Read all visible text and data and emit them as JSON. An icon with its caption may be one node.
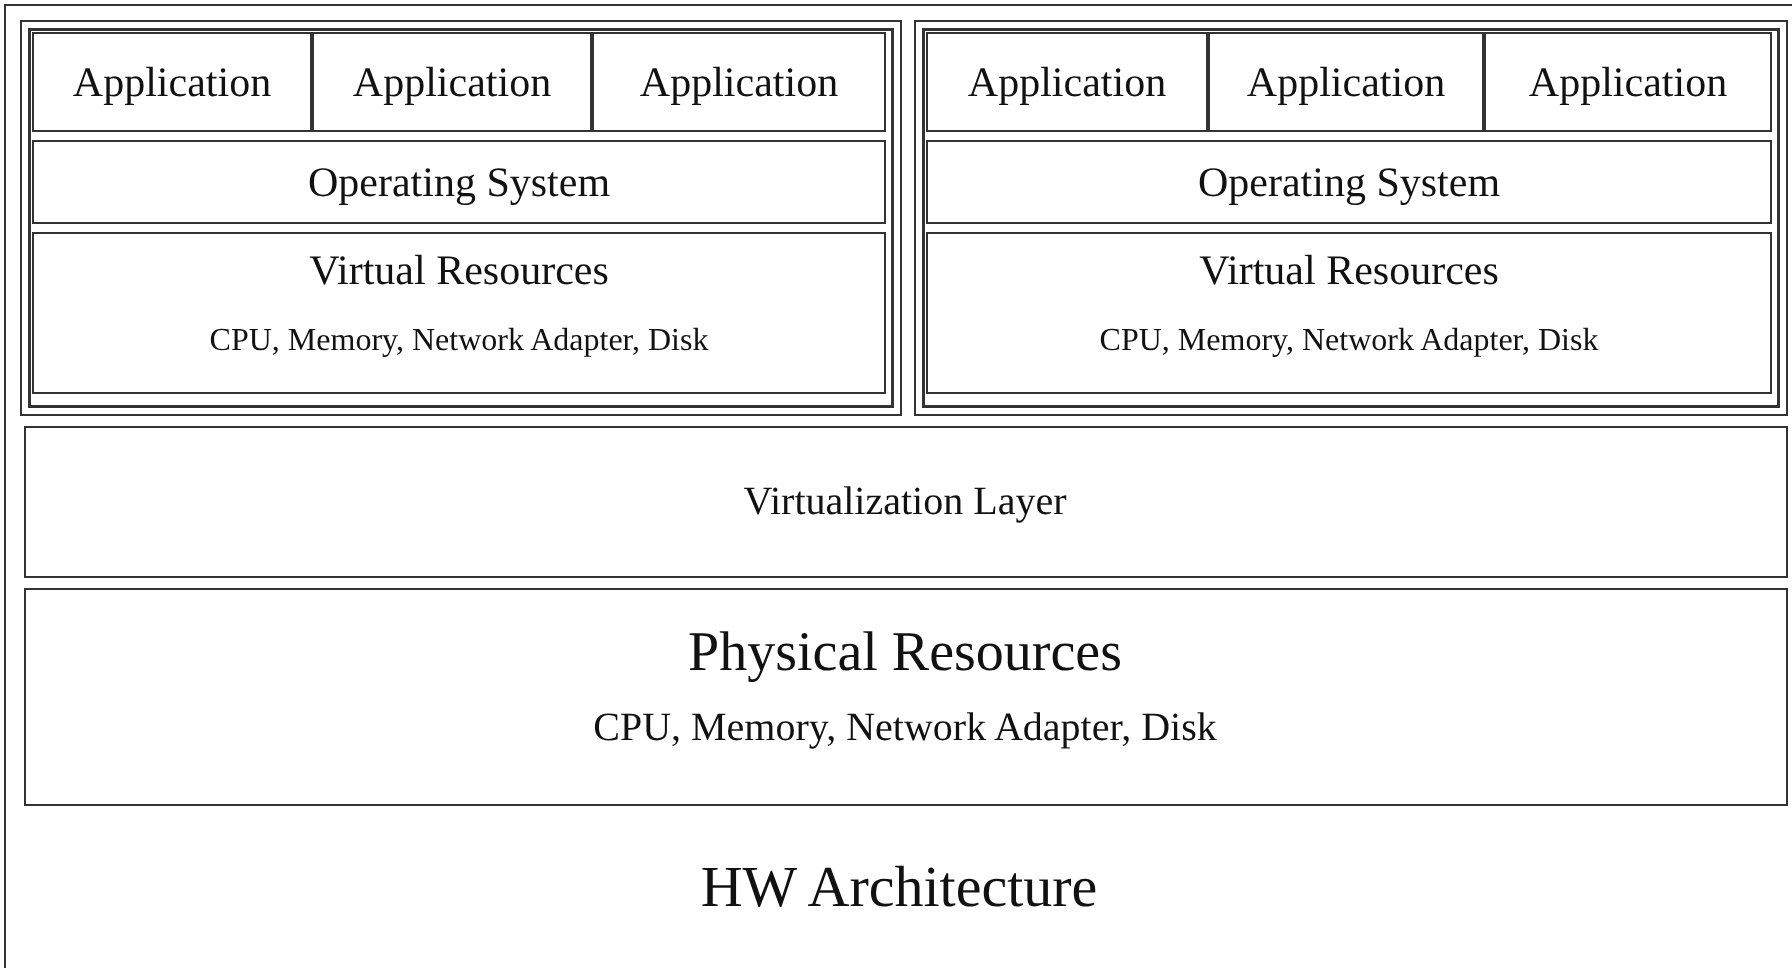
{
  "diagram": {
    "nodes": [
      {
        "text": [
          "HW Architecture"
        ]
      },
      {
        "text": [],
        "shape": "box",
        "in": 0
      },
      {
        "text": [
          "Application"
        ],
        "in": 1
      },
      {
        "text": [
          "Application"
        ],
        "in": 1
      },
      {
        "text": [
          "Application"
        ],
        "in": 1
      },
      {
        "text": [
          "Operating System"
        ],
        "in": 1
      },
      {
        "text": [
          "Virtual Resources",
          "CPU, Memory, Network Adapter, Disk"
        ],
        "in": 1
      },
      {
        "text": [],
        "shape": "box",
        "in": 0
      },
      {
        "text": [
          "Application"
        ],
        "in": 7
      },
      {
        "text": [
          "Application"
        ],
        "in": 7
      },
      {
        "text": [
          "Application"
        ],
        "in": 7
      },
      {
        "text": [
          "Operating System"
        ],
        "in": 7
      },
      {
        "text": [
          "Virtual Resources",
          "CPU, Memory, Network Adapter, Disk"
        ],
        "in": 7
      },
      {
        "text": [
          "Virtualization Layer"
        ],
        "in": 0
      },
      {
        "text": [
          "Physical Resources",
          "CPU, Memory, Network Adapter, Disk"
        ],
        "in": 0
      }
    ]
  }
}
